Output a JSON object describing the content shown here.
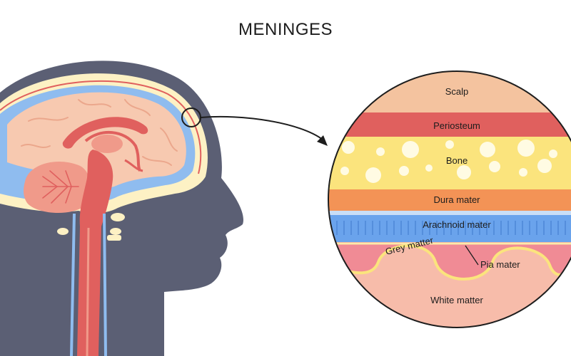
{
  "title": "MENINGES",
  "layers": {
    "scalp": "Scalp",
    "periosteum": "Periosteum",
    "bone": "Bone",
    "dura": "Dura mater",
    "arachnoid": "Arachnoid mater",
    "grey": "Grey matter",
    "pia": "Pia mater",
    "white": "White matter"
  },
  "colors": {
    "head": "#5b5f74",
    "skull": "#fdf1c4",
    "csf": "#8fbcef",
    "brain": "#f7c9b0",
    "brainstem": "#e0605e",
    "scalp": "#f4c39f",
    "periosteum": "#e0605e",
    "bone": "#fbe47d",
    "dura": "#f39356",
    "arachnoid": "#6aa3ec",
    "grey": "#f08b95",
    "white": "#f7bcaa"
  }
}
